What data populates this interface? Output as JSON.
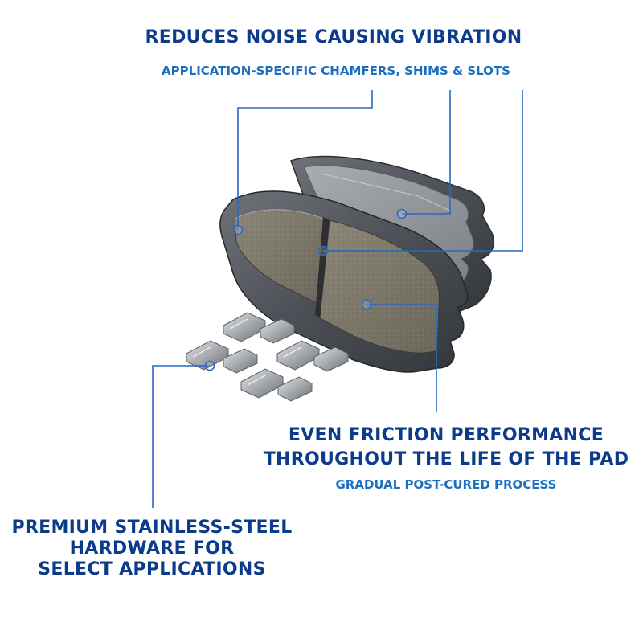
{
  "callouts": {
    "noise": {
      "headline": "REDUCES NOISE CAUSING VIBRATION",
      "subline": "APPLICATION-SPECIFIC CHAMFERS, SHIMS & SLOTS"
    },
    "friction": {
      "headline_lines": [
        "EVEN FRICTION PERFORMANCE",
        "THROUGHOUT THE LIFE OF THE PAD"
      ],
      "subline": "GRADUAL POST-CURED PROCESS"
    },
    "hardware": {
      "headline_lines": [
        "PREMIUM STAINLESS-STEEL",
        "HARDWARE FOR",
        "SELECT APPLICATIONS"
      ]
    }
  },
  "colors": {
    "headline": "#0d3b8c",
    "subline": "#1c6fc0",
    "leader_line": "#2a67c4"
  }
}
